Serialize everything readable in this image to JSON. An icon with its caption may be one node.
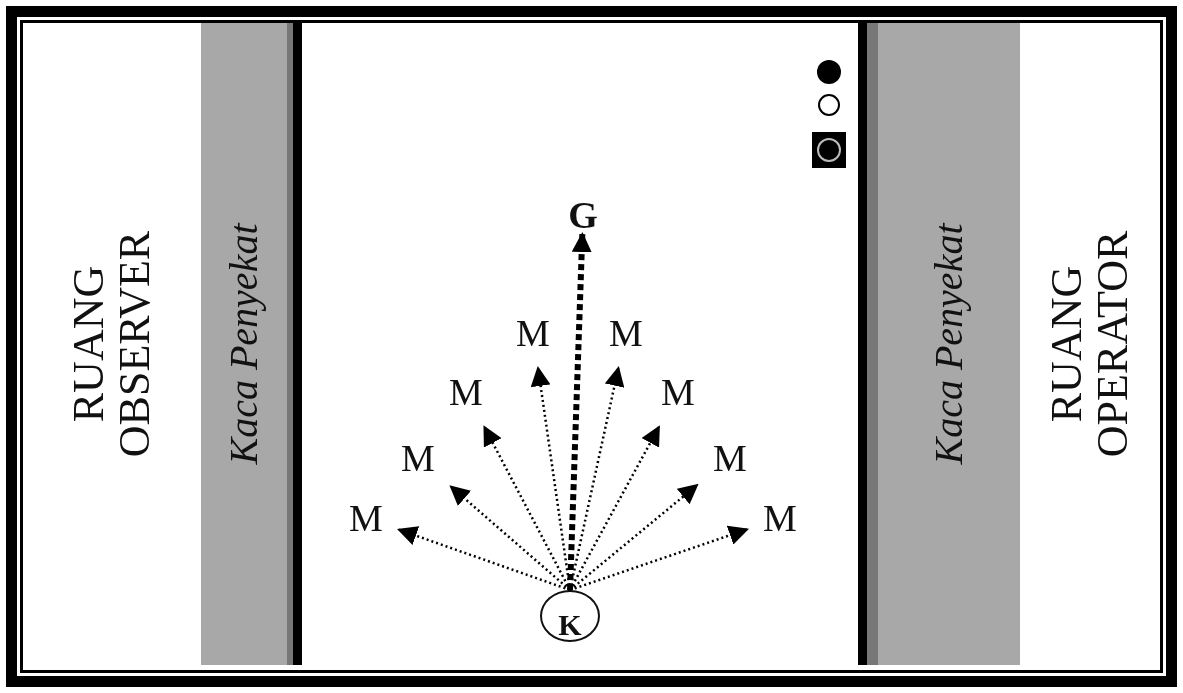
{
  "diagram": {
    "nodes": [
      {
        "text": [
          "RUANG OBSERVER"
        ]
      },
      {
        "text": [
          "Kaca Penyekat"
        ]
      },
      {
        "text": [
          "G"
        ]
      },
      {
        "text": [
          "M"
        ]
      },
      {
        "text": [
          "M"
        ]
      },
      {
        "text": [
          "M"
        ]
      },
      {
        "text": [
          "M"
        ]
      },
      {
        "text": [
          "M"
        ]
      },
      {
        "text": [
          "M"
        ]
      },
      {
        "text": [
          "M"
        ]
      },
      {
        "text": [
          "M"
        ]
      },
      {
        "text": [
          "K"
        ]
      },
      {
        "text": [
          "Kaca Penyekat"
        ]
      },
      {
        "text": [
          "RUANG OPERATOR"
        ]
      }
    ],
    "edges": [
      {
        "from": 11,
        "to": 2,
        "arrow": "to",
        "style": "dashed"
      },
      {
        "from": 11,
        "to": 3,
        "arrow": "to"
      },
      {
        "from": 11,
        "to": 4,
        "arrow": "to"
      },
      {
        "from": 11,
        "to": 5,
        "arrow": "to"
      },
      {
        "from": 11,
        "to": 6,
        "arrow": "to"
      },
      {
        "from": 11,
        "to": 7,
        "arrow": "to"
      },
      {
        "from": 11,
        "to": 8,
        "arrow": "to"
      },
      {
        "from": 11,
        "to": 9,
        "arrow": "to"
      },
      {
        "from": 11,
        "to": 10,
        "arrow": "to"
      }
    ]
  }
}
